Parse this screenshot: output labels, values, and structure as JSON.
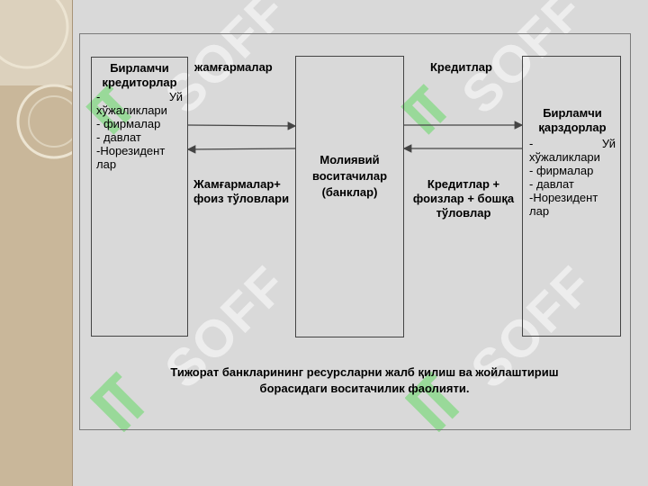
{
  "diagram": {
    "creditors_box": {
      "title": "Бирламчи кредиторлар",
      "items": [
        "- Уй хўжаликлари",
        "- фирмалар",
        "- давлат",
        "-Норезидент лар"
      ]
    },
    "intermediary_box": {
      "title": "Молиявий воситачилар (банклар)"
    },
    "debtors_box": {
      "title": "Бирламчи қарздорлар",
      "items": [
        "- Уй хўжаликлари",
        "- фирмалар",
        "- давлат",
        "-Норезидент лар"
      ]
    },
    "labels": {
      "deposits": "жамғармалар",
      "credits": "Кредитлар",
      "deposits_return": "Жамғармалар+ фоиз тўловлари",
      "credits_return": "Кредитлар + фоизлар + бошқа тўловлар"
    },
    "caption": "Тижорат банкларининг ресурсларни жалб қилиш ва жойлаштириш борасидаги воситачилик фаолияти."
  },
  "watermark": {
    "text": "SOFF",
    "color": "#ffffff",
    "mark_color": "#8ed98e"
  },
  "colors": {
    "background": "#d9d9d9",
    "strip": "#c9b79a",
    "lines": "#444444"
  }
}
